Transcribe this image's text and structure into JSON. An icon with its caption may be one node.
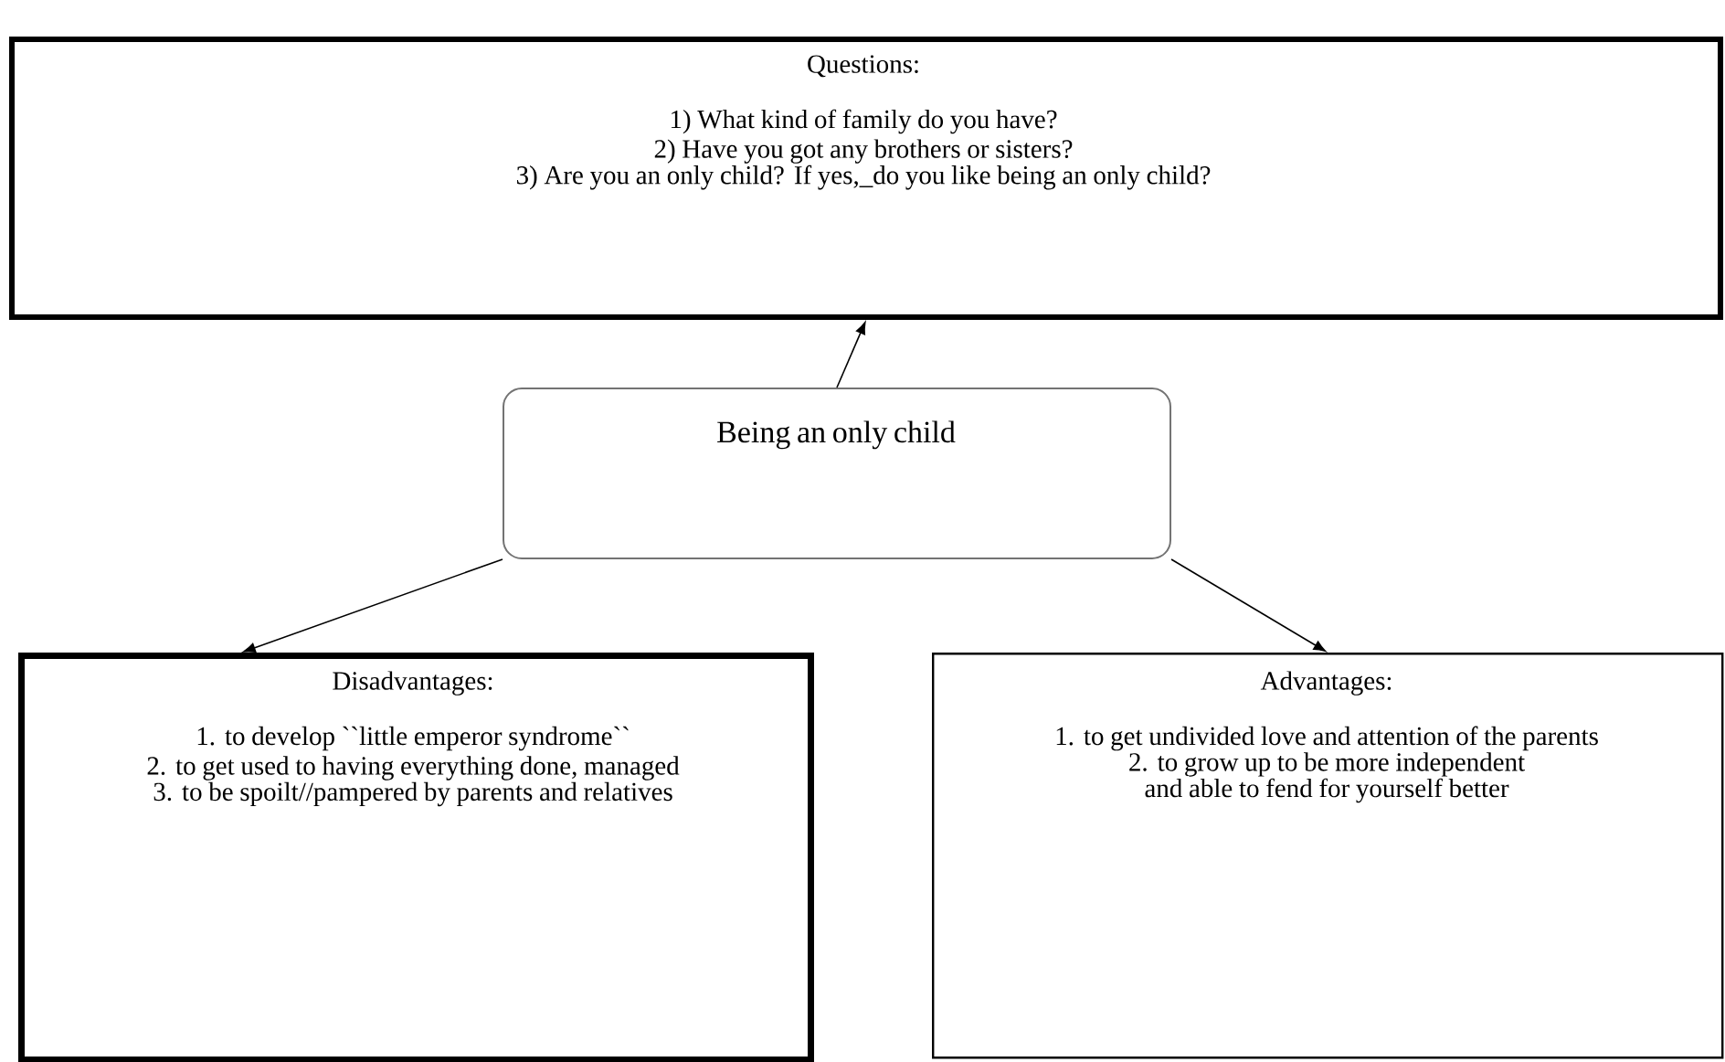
{
  "diagram": {
    "nodes": [
      {
        "text": [
          "Questions:",
          "1) What kind of family do you have?",
          "2) Have you got any brothers or sisters?",
          "3) Are you an only child? If yes,_do you like being an only child?"
        ]
      },
      {
        "text": [
          "Being an only child"
        ]
      },
      {
        "text": [
          "Disadvantages:",
          "1. to develop ``little emperor syndrome``",
          "2. to get used to having everything done, managed",
          "3. to be spoilt//pampered by parents and relatives"
        ]
      },
      {
        "text": [
          "Advantages:",
          "1. to get undivided love and attention of the parents",
          "2. to grow up to be more independent and able to fend for yourself better"
        ]
      }
    ],
    "edges": [
      {
        "from": 1,
        "to": 0,
        "arrow": "to"
      },
      {
        "from": 1,
        "to": 2,
        "arrow": "to"
      },
      {
        "from": 1,
        "to": 3,
        "arrow": "to"
      }
    ]
  }
}
